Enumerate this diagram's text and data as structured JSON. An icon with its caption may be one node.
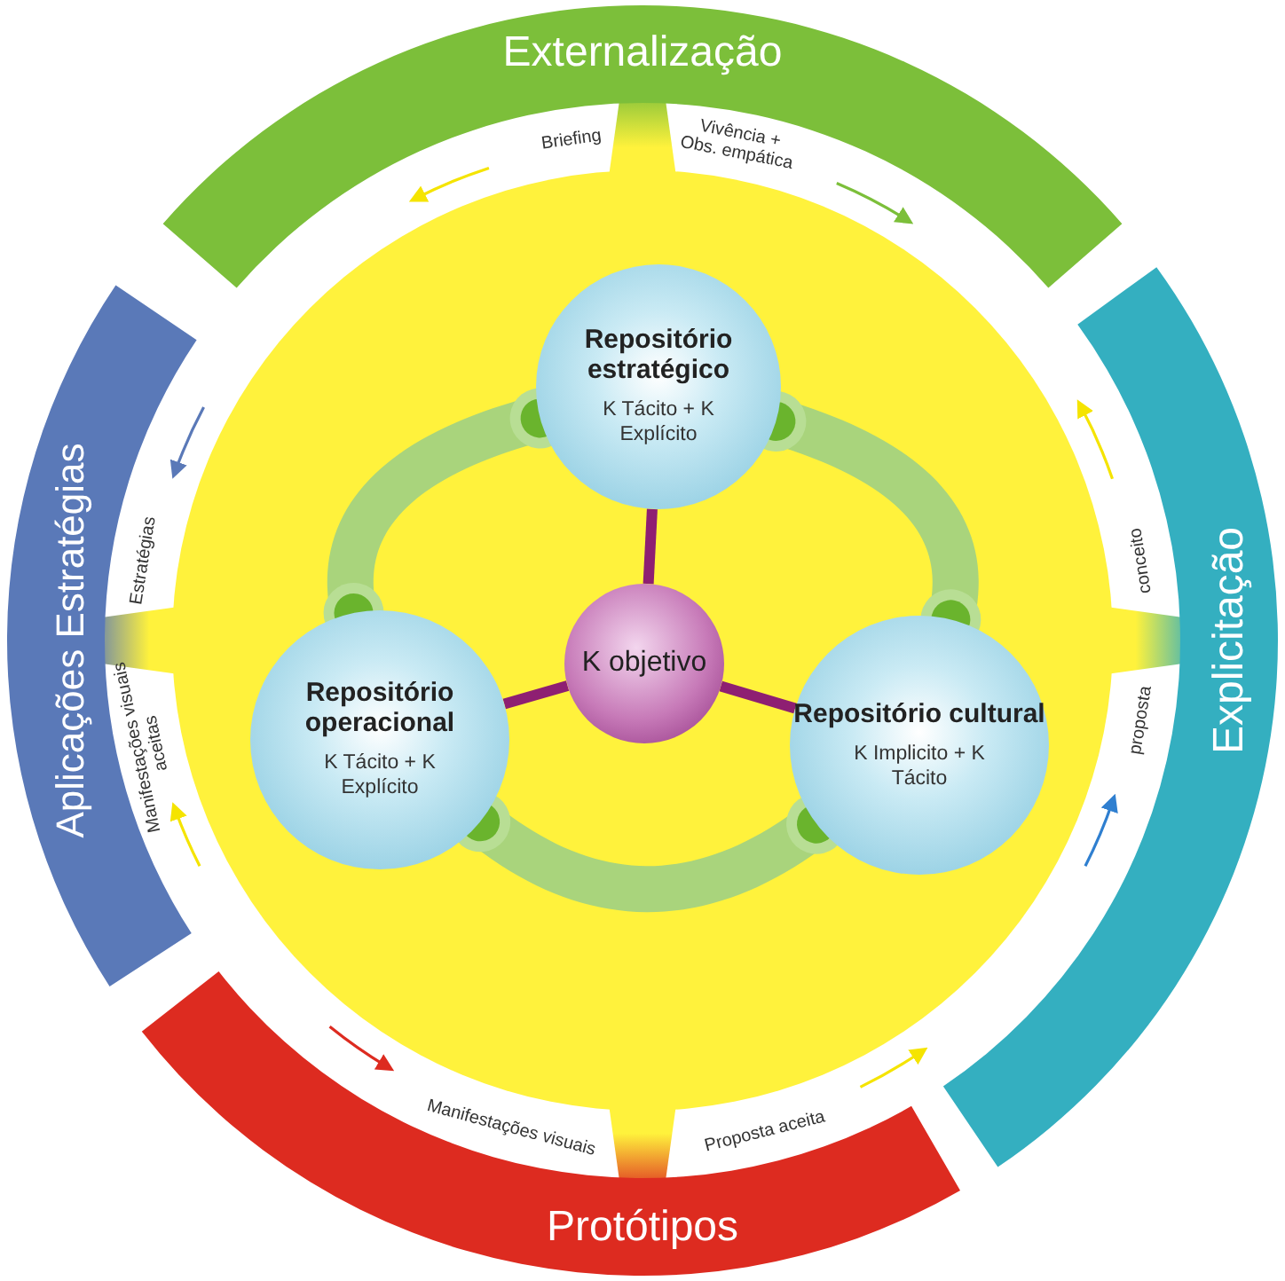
{
  "diagram": {
    "nodes": [
      {
        "text": [
          "Externalização"
        ]
      },
      {
        "text": [
          "Explicitação"
        ]
      },
      {
        "text": [
          "Protótipos"
        ]
      },
      {
        "text": [
          "Aplicações Estratégias"
        ]
      },
      {
        "text": [
          "Repositório estratégico",
          "K Tácito + K Explícito"
        ]
      },
      {
        "text": [
          "K objetivo"
        ]
      },
      {
        "text": [
          "Repositório operacional",
          "K Tácito + K Explícito"
        ]
      },
      {
        "text": [
          "Repositório cultural",
          "K Implicito + K Tácito"
        ]
      }
    ],
    "edges": [
      {
        "from": 4,
        "to": 6,
        "arrow": "other",
        "style": "thick"
      },
      {
        "from": 4,
        "to": 7,
        "arrow": "other",
        "style": "thick"
      },
      {
        "from": 6,
        "to": 7,
        "arrow": "other",
        "style": "thick"
      },
      {
        "from": 5,
        "to": 4,
        "arrow": "none",
        "color": "#8e1f72"
      },
      {
        "from": 5,
        "to": 6,
        "arrow": "none",
        "color": "#8e1f72"
      },
      {
        "from": 5,
        "to": 7,
        "arrow": "none",
        "color": "#8e1f72"
      }
    ],
    "labels": [
      "Briefing",
      "Vivência + Obs. empática",
      "conceito",
      "proposta",
      "Proposta aceita",
      "Manifestações visuais",
      "Manifestações visuais aceitas",
      "Estratégias"
    ]
  }
}
